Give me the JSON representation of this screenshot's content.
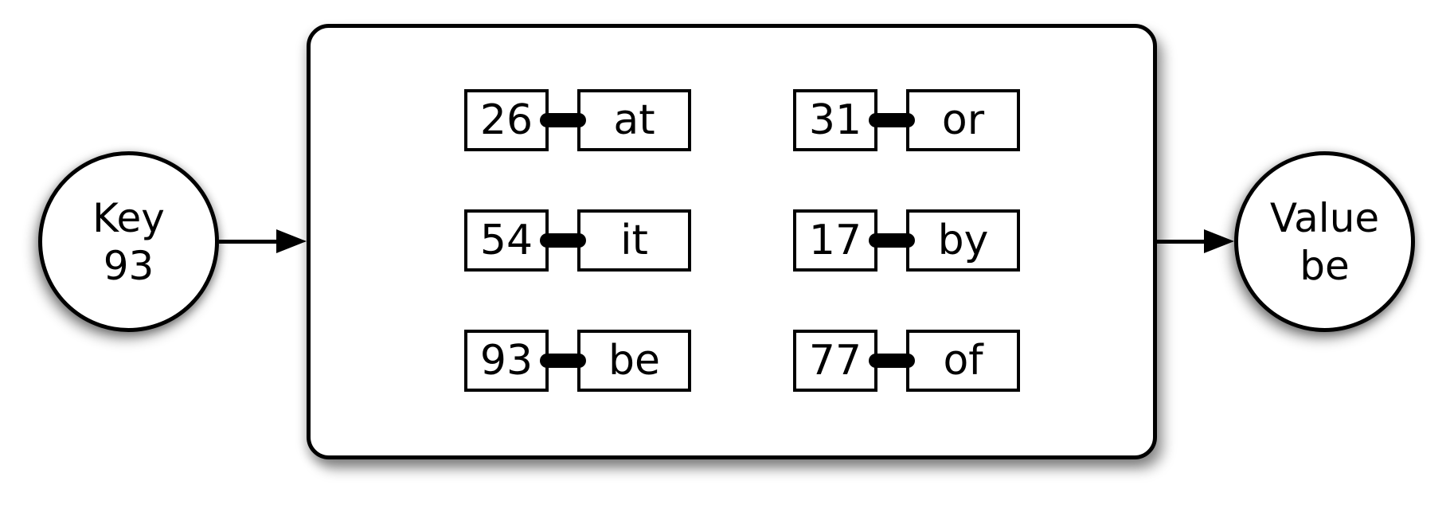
{
  "key_node": {
    "line1": "Key",
    "line2": "93"
  },
  "value_node": {
    "line1": "Value",
    "line2": "be"
  },
  "pairs": [
    {
      "key": "26",
      "value": "at"
    },
    {
      "key": "54",
      "value": "it"
    },
    {
      "key": "93",
      "value": "be"
    },
    {
      "key": "31",
      "value": "or"
    },
    {
      "key": "17",
      "value": "by"
    },
    {
      "key": "77",
      "value": "of"
    }
  ],
  "colors": {
    "stroke": "#000000",
    "fill": "#ffffff",
    "connector": "#000000",
    "background": "#ffffff"
  }
}
